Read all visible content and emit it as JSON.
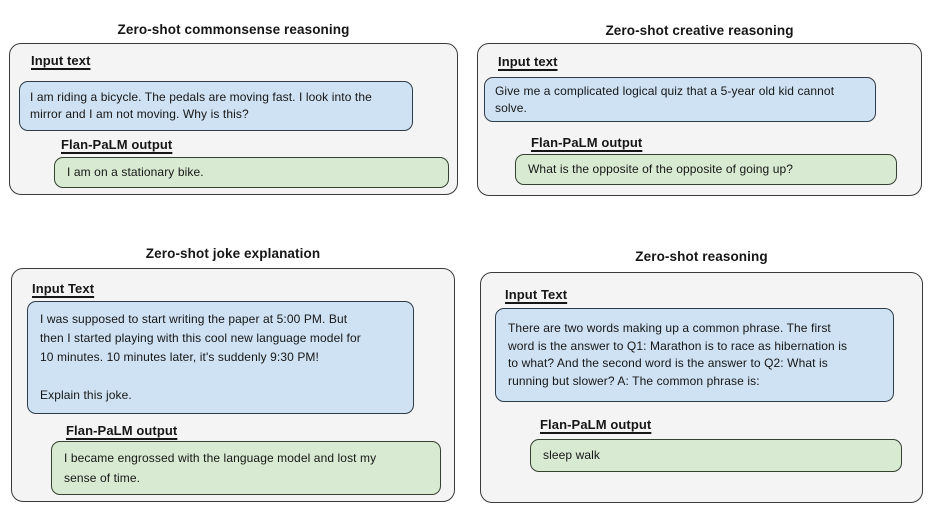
{
  "colors": {
    "page_bg": "#ffffff",
    "panel_bg": "#f4f4f4",
    "panel_border": "#3a3a3a",
    "input_bg": "#cfe2f3",
    "input_border": "#2e3b49",
    "output_bg": "#d9ead3",
    "output_border": "#35422f",
    "text": "#161616"
  },
  "panels": [
    {
      "title": "Zero-shot commonsense reasoning",
      "input_label": "Input text",
      "input_text": "I am riding a bicycle. The pedals are moving fast. I look into the\nmirror and I am not moving. Why is this?",
      "output_label": "Flan-PaLM output",
      "output_text": "I am on a stationary bike."
    },
    {
      "title": "Zero-shot creative reasoning",
      "input_label": "Input text",
      "input_text": "Give me a complicated logical quiz that a 5-year old kid cannot\nsolve.",
      "output_label": "Flan-PaLM output",
      "output_text": "What is the opposite of the opposite of going up?"
    },
    {
      "title": "Zero-shot joke explanation",
      "input_label": "Input Text",
      "input_text": "I was supposed to start writing the paper at 5:00 PM. But\nthen I started playing with this cool new language model for\n10 minutes. 10 minutes later, it's suddenly 9:30 PM!\n\nExplain this joke.",
      "output_label": "Flan-PaLM output",
      "output_text": "I became engrossed with the language model and lost my\nsense of time."
    },
    {
      "title": "Zero-shot reasoning",
      "input_label": "Input Text",
      "input_text": "There are two words making up a common phrase. The first\nword is the answer to Q1: Marathon is to race as hibernation is\nto what? And the second word is the answer to Q2: What is\nrunning but slower? A: The common phrase is:",
      "output_label": "Flan-PaLM output",
      "output_text": "sleep walk"
    }
  ]
}
